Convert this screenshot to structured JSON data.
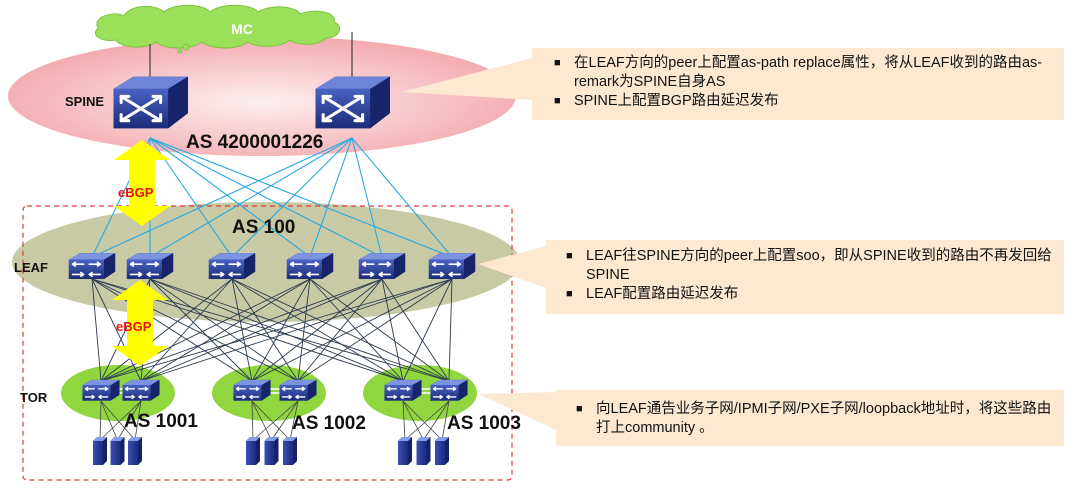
{
  "cloud": {
    "label": "MC"
  },
  "spine": {
    "tier_label": "SPINE",
    "as_label": "AS 4200001226"
  },
  "leaf": {
    "tier_label": "LEAF",
    "as_label": "AS 100"
  },
  "tor": {
    "tier_label": "TOR",
    "groups": [
      {
        "as_label": "AS 1001"
      },
      {
        "as_label": "AS 1002"
      },
      {
        "as_label": "AS 1003"
      }
    ]
  },
  "protocol_labels": [
    "eBGP",
    "eBGP"
  ],
  "callouts": [
    {
      "items": [
        "在LEAF方向的peer上配置as-path replace属性，将从LEAF收到的路由as-remark为SPINE自身AS",
        "SPINE上配置BGP路由延迟发布"
      ]
    },
    {
      "items": [
        "LEAF往SPINE方向的peer上配置soo，即从SPINE收到的路由不再发回给SPINE",
        "LEAF配置路由延迟发布"
      ]
    },
    {
      "items": [
        "向LEAF通告业务子网/IPMI子网/PXE子网/loopback地址时，将这些路由打上community 。"
      ]
    }
  ],
  "colors": {
    "cloud": "#9be05a",
    "spine_zone": "#f4a9ad",
    "leaf_zone": "#c8caa5",
    "tor_zone": "#8fd63f",
    "switch": "#2a3f94",
    "link_spine_leaf": "#27a9e1",
    "link_leaf_tor": "#2b3a4e",
    "arrow": "#ffff00",
    "callout_bg": "#fde9d2",
    "dashed_border": "#e03a3a",
    "ebgp_text": "#e8140c"
  },
  "icons": [
    "switch-icon",
    "server-icon",
    "cloud-icon"
  ]
}
